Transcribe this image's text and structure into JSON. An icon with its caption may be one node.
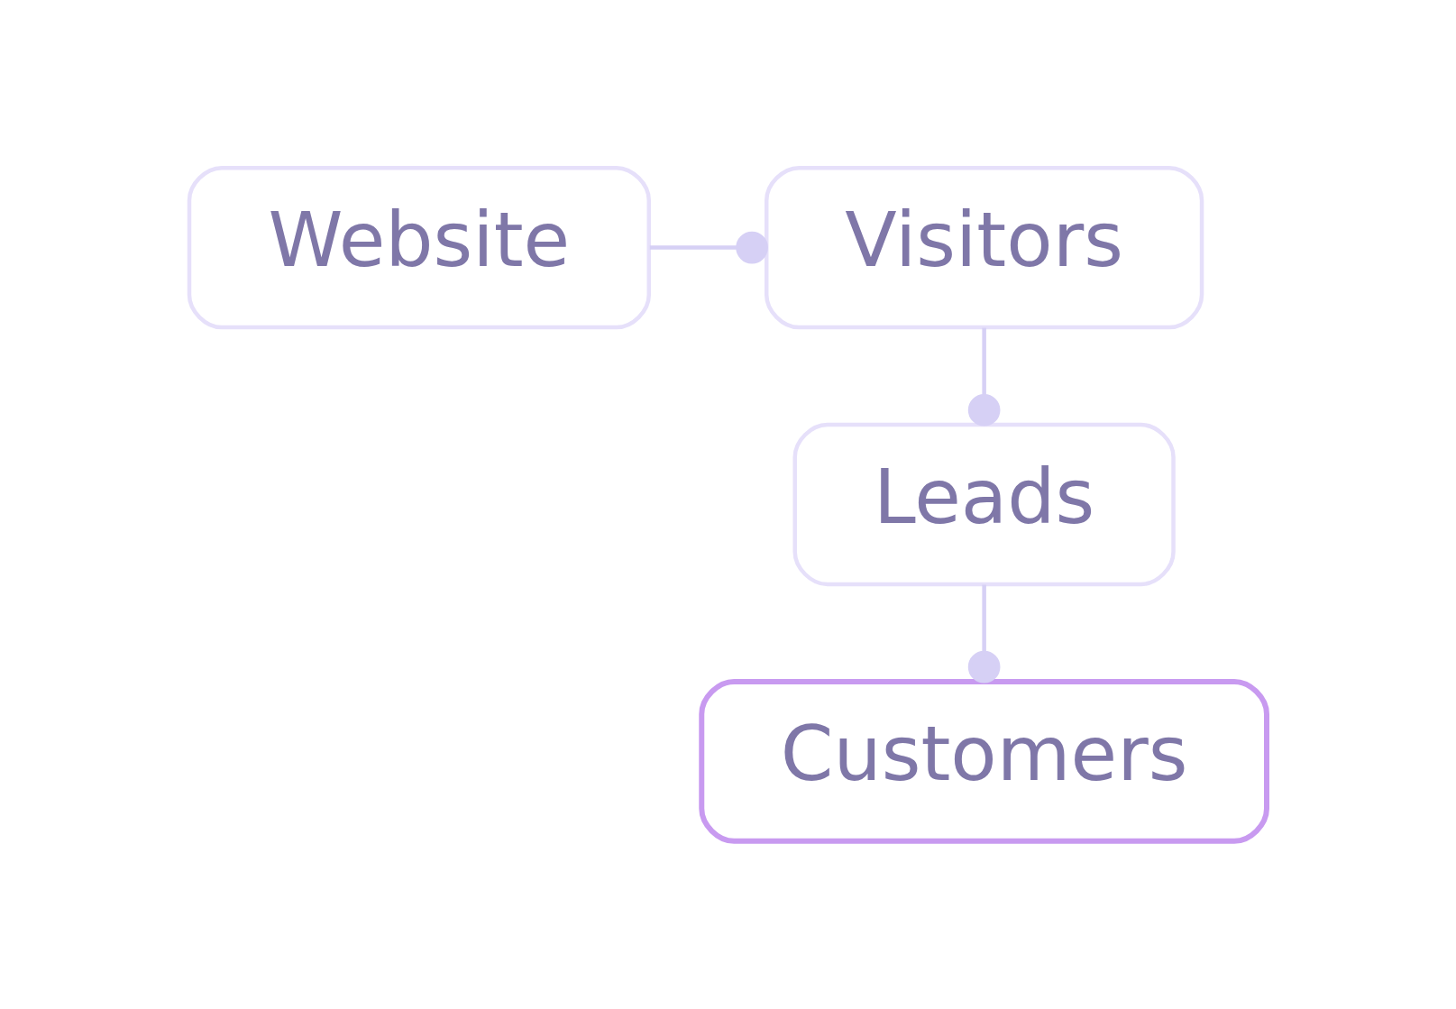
{
  "diagram": {
    "nodes": [
      {
        "text": [
          "Website"
        ]
      },
      {
        "text": [
          "Visitors"
        ]
      },
      {
        "text": [
          "Leads"
        ]
      },
      {
        "text": [
          "Customers"
        ]
      }
    ],
    "edges": [
      {
        "from": 0,
        "to": 1,
        "arrow": "other"
      },
      {
        "from": 1,
        "to": 2,
        "arrow": "other"
      },
      {
        "from": 2,
        "to": 3,
        "arrow": "other"
      }
    ]
  }
}
